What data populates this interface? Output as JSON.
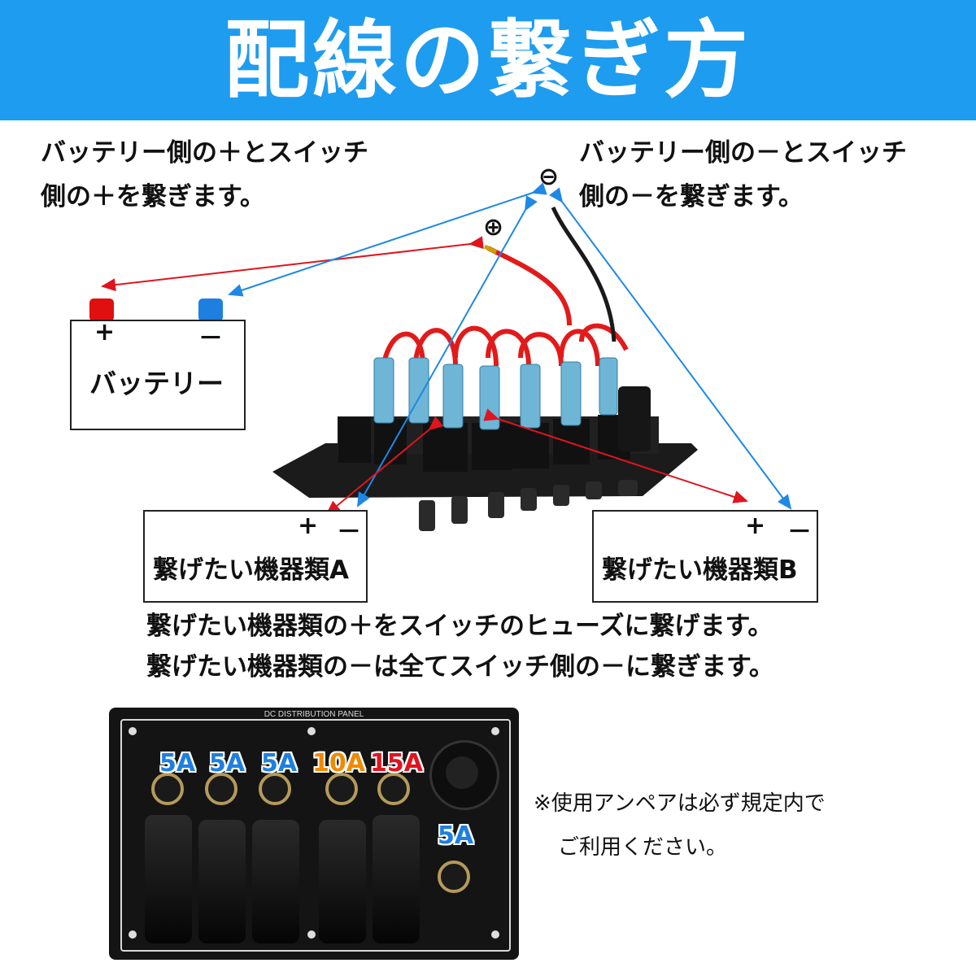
{
  "header": {
    "title": "配線の繋ぎ方"
  },
  "notes": {
    "plus_line1": "バッテリー側の＋とスイッチ",
    "plus_line2": "側の＋を繋ぎます。",
    "minus_line1": "バッテリー側の－とスイッチ",
    "minus_line2": "側の－を繋ぎます。"
  },
  "wire_symbols": {
    "plus": "⊕",
    "minus": "⊖"
  },
  "battery": {
    "label": "バッテリー",
    "plus": "+",
    "minus": "－"
  },
  "device_a": {
    "label": "繋げたい機器類A",
    "plus": "+",
    "minus": "－"
  },
  "device_b": {
    "label": "繋げたい機器類B",
    "plus": "+",
    "minus": "－"
  },
  "instructions": {
    "line1": "繋げたい機器類の＋をスイッチのヒューズに繋げます。",
    "line2": "繋げたい機器類の－は全てスイッチ側の－に繋ぎます。"
  },
  "panel": {
    "title": "DC DISTRIBUTION PANEL",
    "fuses": [
      {
        "label": "5A",
        "color": "#1e7fe0"
      },
      {
        "label": "5A",
        "color": "#1e7fe0"
      },
      {
        "label": "5A",
        "color": "#1e7fe0"
      },
      {
        "label": "10A",
        "color": "#f08a00"
      },
      {
        "label": "15A",
        "color": "#e0141e"
      }
    ],
    "socket_fuse": {
      "label": "5A",
      "color": "#1e7fe0"
    }
  },
  "footnote": {
    "line1": "※使用アンペアは必ず規定内で",
    "line2": "ご利用ください。"
  },
  "colors": {
    "header_bg": "#1e9cf0",
    "red_arrow": "#e0141e",
    "blue_arrow": "#1e88e5"
  }
}
